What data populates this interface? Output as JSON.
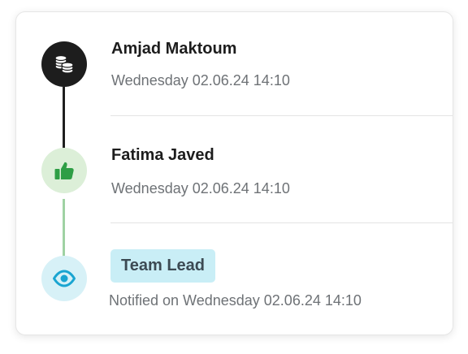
{
  "timeline": {
    "entries": [
      {
        "name": "Amjad Maktoum",
        "timestamp": "Wednesday 02.06.24 14:10",
        "icon": "coins-stack-icon",
        "node_color": "#1d1d1d"
      },
      {
        "name": "Fatima Javed",
        "timestamp": "Wednesday 02.06.24 14:10",
        "icon": "thumbs-up-icon",
        "node_color": "#dcefd8",
        "icon_color": "#2e9e45"
      },
      {
        "role_badge": "Team Lead",
        "timestamp": "Notified on Wednesday 02.06.24 14:10",
        "icon": "eye-icon",
        "node_color": "#d7f1f7",
        "icon_color": "#1aa5d1"
      }
    ],
    "connector_colors": [
      "#1f1f1f",
      "#9fd2a3"
    ]
  }
}
